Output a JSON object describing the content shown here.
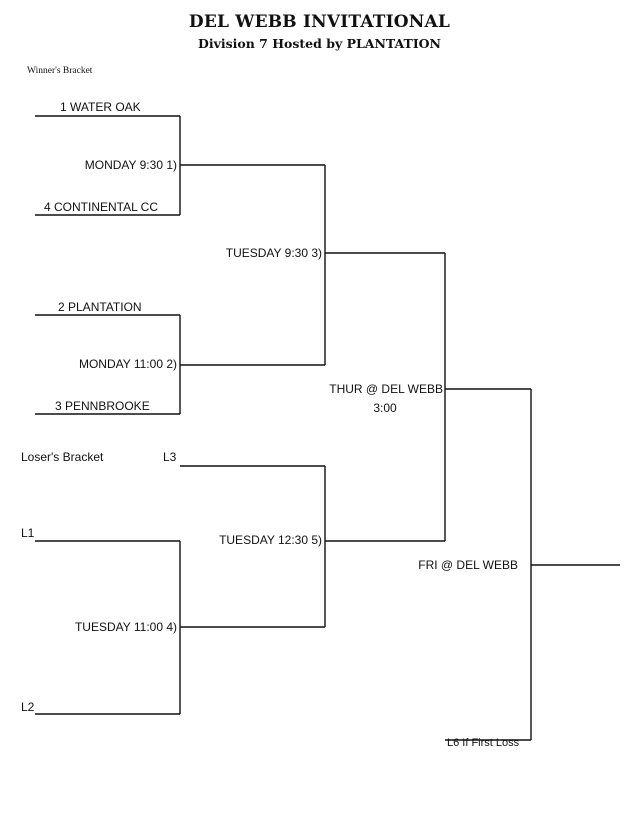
{
  "header": {
    "title": "DEL WEBB INVITATIONAL",
    "subtitle": "Division 7   Hosted by PLANTATION"
  },
  "winners_bracket": {
    "label": "Winner's Bracket",
    "teams": {
      "t1": "1   WATER OAK",
      "t4": "4   CONTINENTAL CC",
      "t2": "2   PLANTATION",
      "t3": "3   PENNBROOKE"
    },
    "games": {
      "g1": "MONDAY 9:30     1)",
      "g2": "MONDAY 11:00   2)",
      "g3": "TUESDAY  9:30   3)"
    }
  },
  "losers_bracket": {
    "label": "Loser's Bracket",
    "slots": {
      "l3": "L3",
      "l1": "L1",
      "l2": "L2"
    },
    "games": {
      "g4": "TUESDAY  11:00   4)",
      "g5": "TUESDAY 12:30    5)"
    }
  },
  "finals": {
    "thursday_line1": "THUR @ DEL WEBB",
    "thursday_line2": "3:00",
    "friday": "FRI @ DEL WEBB",
    "if_needed": "L6 If First Loss"
  }
}
